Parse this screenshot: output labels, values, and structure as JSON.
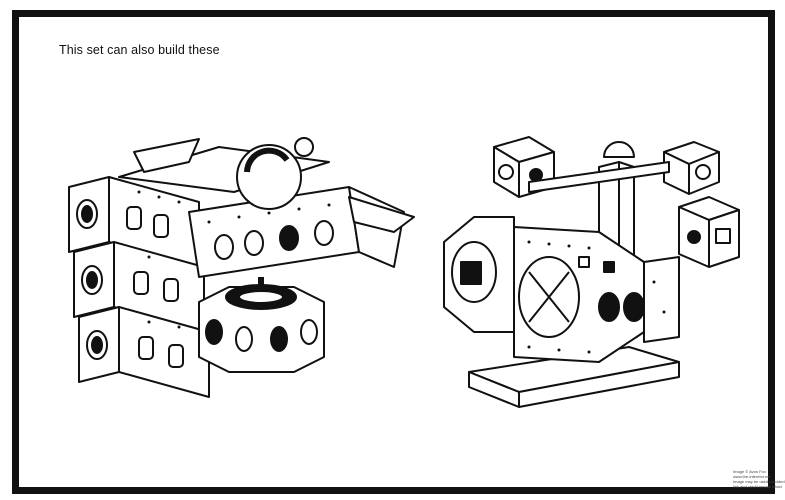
{
  "heading": "This set can also build these",
  "credit": {
    "line1": "Image © Avon Fox",
    "line2": "www.the-interetor.net",
    "line3": "Image may be used provided",
    "line4": "link and credit remain intact"
  }
}
